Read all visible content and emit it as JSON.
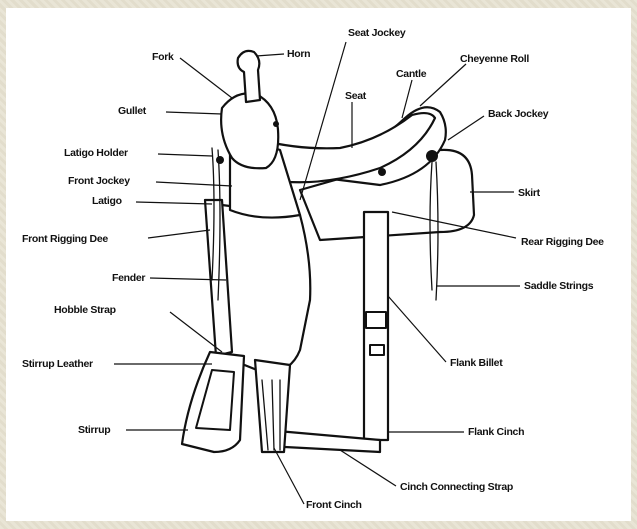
{
  "colors": {
    "background": "#e7e3d4",
    "panel": "#ffffff",
    "ink": "#111111"
  },
  "diagram": {
    "labels": {
      "horn": "Horn",
      "seat_jockey": "Seat Jockey",
      "cheyenne_roll": "Cheyenne Roll",
      "fork": "Fork",
      "cantle": "Cantle",
      "seat": "Seat",
      "gullet": "Gullet",
      "back_jockey": "Back Jockey",
      "latigo_holder": "Latigo Holder",
      "front_jockey": "Front Jockey",
      "latigo": "Latigo",
      "skirt": "Skirt",
      "front_rigging_dee": "Front Rigging Dee",
      "rear_rigging_dee": "Rear Rigging Dee",
      "fender": "Fender",
      "saddle_strings": "Saddle Strings",
      "hobble_strap": "Hobble Strap",
      "flank_billet": "Flank Billet",
      "stirrup_leather": "Stirrup Leather",
      "stirrup": "Stirrup",
      "flank_cinch": "Flank Cinch",
      "cinch_connecting_strap": "Cinch Connecting Strap",
      "front_cinch": "Front Cinch"
    }
  }
}
